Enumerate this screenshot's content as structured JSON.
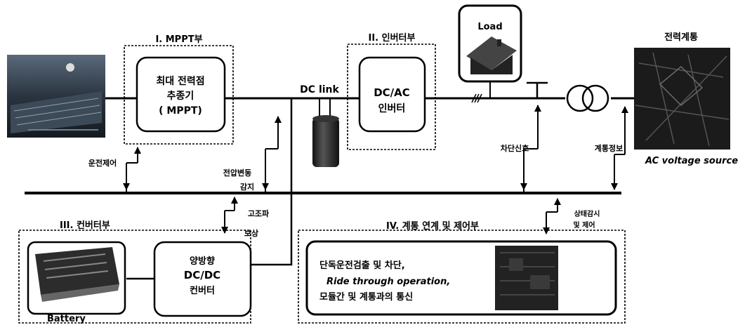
{
  "sections": {
    "mppt": "I. MPPT부",
    "inverter": "II. 인버터부",
    "converter": "III. 컨버터부",
    "grid_control": "IV. 계통 연계 및 제어부"
  },
  "mppt_block": {
    "line1": "최대 전력점",
    "line2": "추종기",
    "line3": "( MPPT)"
  },
  "dcac_block": {
    "line1": "DC/AC",
    "line2": "인버터"
  },
  "dcdc_block": {
    "line1": "양방향",
    "line2": "DC/DC",
    "line3": "컨버터"
  },
  "dc_link": "DC link",
  "load": "Load",
  "grid_title": "전력계통",
  "ac_source": "AC voltage source",
  "battery": "Battery",
  "signals": {
    "operation_control": "운전제어",
    "voltage_monitor_1": "전압변동",
    "voltage_monitor_2": "감지",
    "harmonic_1": "고조파",
    "harmonic_2": "보상",
    "trip_signal": "차단신호",
    "grid_info": "계통정보",
    "status_1": "상태감시",
    "status_2": "및 제어"
  },
  "control_text": {
    "line1": "단독운전검출 및 차단,",
    "line2": "Ride through operation,",
    "line3": "모듈간 및 계통과의 통신"
  }
}
